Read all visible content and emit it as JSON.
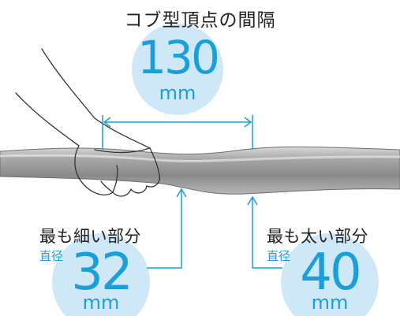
{
  "title": "コブ型頂点の間隔",
  "spacing": {
    "value": "130",
    "unit": "mm"
  },
  "thinnest": {
    "label": "最も細い部分",
    "sub": "直径",
    "value": "32",
    "unit": "mm"
  },
  "thickest": {
    "label": "最も太い部分",
    "sub": "直径",
    "value": "40",
    "unit": "mm"
  },
  "colors": {
    "accent": "#1a9fd9",
    "bubble": "#cfe8f7",
    "rod": "#8a8a8a",
    "text": "#222222"
  }
}
